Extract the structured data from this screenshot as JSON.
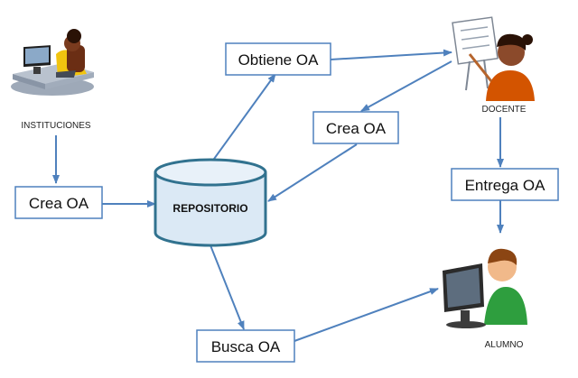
{
  "actors": {
    "institutions": "INSTITUCIONES",
    "teacher": "DOCENTE",
    "student": "ALUMNO"
  },
  "repository": {
    "label": "REPOSITORIO"
  },
  "actions": {
    "create_institutions": "Crea OA",
    "obtain": "Obtiene OA",
    "create_teacher": "Crea OA",
    "deliver": "Entrega OA",
    "search": "Busca OA"
  },
  "colors": {
    "arrow": "#4f81bd",
    "box_border": "#4f81bd",
    "cylinder_fill": "#dbe9f5",
    "cylinder_stroke": "#31728f"
  }
}
